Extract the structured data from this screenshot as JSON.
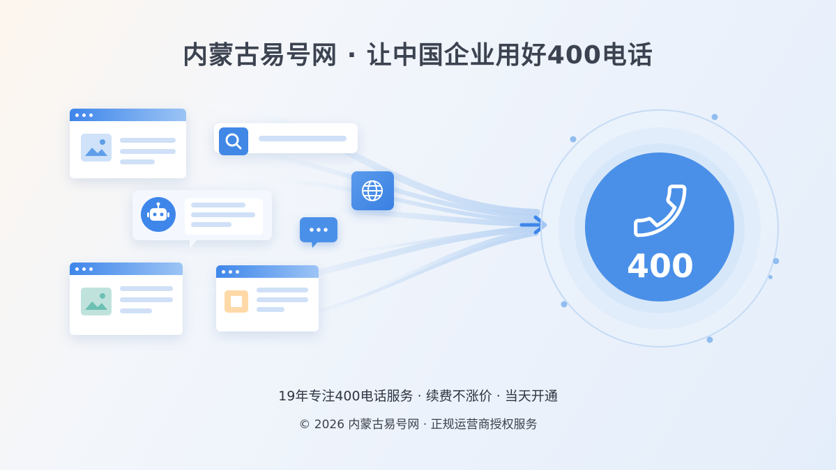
{
  "header": {
    "title": "内蒙古易号网 · 让中国企业用好400电话"
  },
  "hero": {
    "badge_number": "400"
  },
  "footer": {
    "tagline": "19年专注400电话服务 · 续费不涨价 · 当天开通",
    "copyright": "© 2026 内蒙古易号网 · 正规运营商授权服务"
  },
  "colors": {
    "primary": "#3f86ea",
    "circle": "#4a90e8",
    "title": "#3c4350"
  },
  "icons": [
    "search-icon",
    "globe-icon",
    "robot-icon",
    "chat-bubble-icon",
    "image-icon",
    "phone-icon",
    "arrow-right-icon"
  ]
}
